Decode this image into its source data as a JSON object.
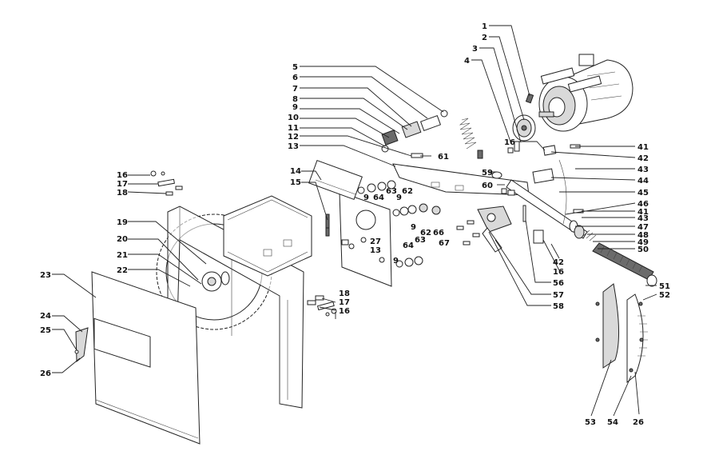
{
  "callouts": [
    {
      "id": "c1",
      "text": "1"
    },
    {
      "id": "c2",
      "text": "2"
    },
    {
      "id": "c3",
      "text": "3"
    },
    {
      "id": "c4",
      "text": "4"
    },
    {
      "id": "c5",
      "text": "5"
    },
    {
      "id": "c6",
      "text": "6"
    },
    {
      "id": "c7",
      "text": "7"
    },
    {
      "id": "c8",
      "text": "8"
    },
    {
      "id": "c9a",
      "text": "9"
    },
    {
      "id": "c10",
      "text": "10"
    },
    {
      "id": "c11",
      "text": "11"
    },
    {
      "id": "c12",
      "text": "12"
    },
    {
      "id": "c13a",
      "text": "13"
    },
    {
      "id": "c14",
      "text": "14"
    },
    {
      "id": "c15",
      "text": "15"
    },
    {
      "id": "c16a",
      "text": "16"
    },
    {
      "id": "c17a",
      "text": "17"
    },
    {
      "id": "c18a",
      "text": "18"
    },
    {
      "id": "c19",
      "text": "19"
    },
    {
      "id": "c20",
      "text": "20"
    },
    {
      "id": "c21",
      "text": "21"
    },
    {
      "id": "c22",
      "text": "22"
    },
    {
      "id": "c23",
      "text": "23"
    },
    {
      "id": "c24",
      "text": "24"
    },
    {
      "id": "c25",
      "text": "25"
    },
    {
      "id": "c26a",
      "text": "26"
    },
    {
      "id": "c9b",
      "text": "9"
    },
    {
      "id": "c64a",
      "text": "64"
    },
    {
      "id": "c63a",
      "text": "63"
    },
    {
      "id": "c9c",
      "text": "9"
    },
    {
      "id": "c62a",
      "text": "62"
    },
    {
      "id": "c61",
      "text": "61"
    },
    {
      "id": "c27",
      "text": "27"
    },
    {
      "id": "c13b",
      "text": "13"
    },
    {
      "id": "c9d",
      "text": "9"
    },
    {
      "id": "c64b",
      "text": "64"
    },
    {
      "id": "c63b",
      "text": "63"
    },
    {
      "id": "c9e",
      "text": "9"
    },
    {
      "id": "c62b",
      "text": "62"
    },
    {
      "id": "c66",
      "text": "66"
    },
    {
      "id": "c67",
      "text": "67"
    },
    {
      "id": "c18b",
      "text": "18"
    },
    {
      "id": "c17b",
      "text": "17"
    },
    {
      "id": "c16b",
      "text": "16"
    },
    {
      "id": "c16c",
      "text": "16"
    },
    {
      "id": "c59",
      "text": "59"
    },
    {
      "id": "c60",
      "text": "60"
    },
    {
      "id": "c41a",
      "text": "41"
    },
    {
      "id": "c42a",
      "text": "42"
    },
    {
      "id": "c43a",
      "text": "43"
    },
    {
      "id": "c44",
      "text": "44"
    },
    {
      "id": "c45",
      "text": "45"
    },
    {
      "id": "c46",
      "text": "46"
    },
    {
      "id": "c41b",
      "text": "41"
    },
    {
      "id": "c43b",
      "text": "43"
    },
    {
      "id": "c47",
      "text": "47"
    },
    {
      "id": "c48",
      "text": "48"
    },
    {
      "id": "c49",
      "text": "49"
    },
    {
      "id": "c50",
      "text": "50"
    },
    {
      "id": "c42b",
      "text": "42"
    },
    {
      "id": "c16d",
      "text": "16"
    },
    {
      "id": "c56",
      "text": "56"
    },
    {
      "id": "c57",
      "text": "57"
    },
    {
      "id": "c58",
      "text": "58"
    },
    {
      "id": "c51",
      "text": "51"
    },
    {
      "id": "c52",
      "text": "52"
    },
    {
      "id": "c53",
      "text": "53"
    },
    {
      "id": "c54",
      "text": "54"
    },
    {
      "id": "c26b",
      "text": "26"
    }
  ]
}
